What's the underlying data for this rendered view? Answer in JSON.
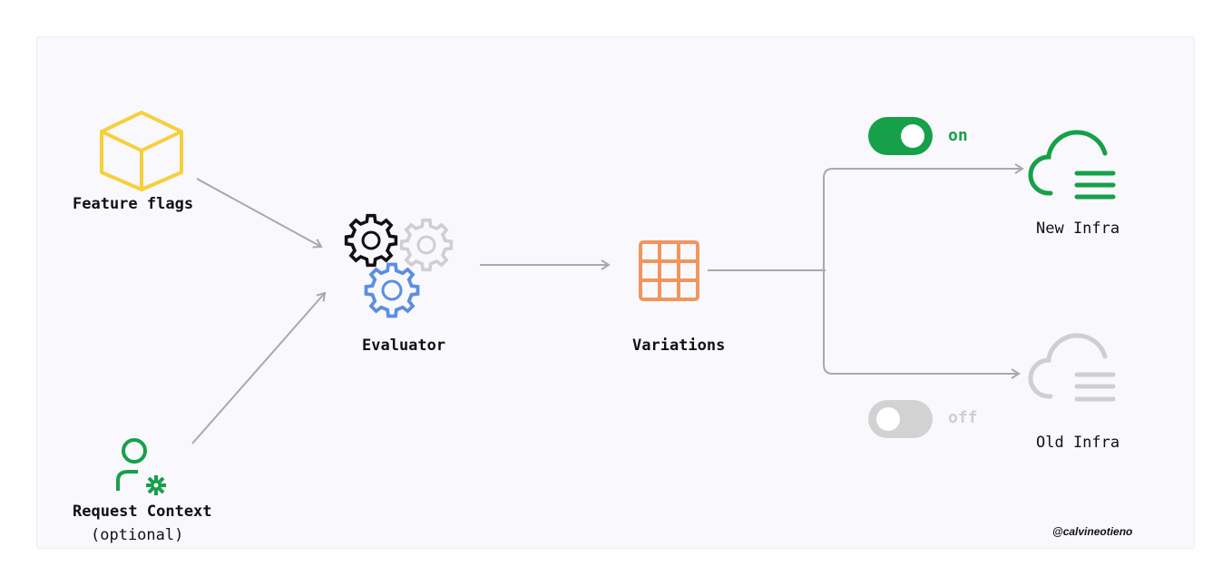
{
  "colors": {
    "yellow": "#f7cf3a",
    "green": "#16a04a",
    "blue": "#5b8ee0",
    "orange": "#f2955d",
    "grey": "#cfcfcf",
    "arrow": "#a9a9a9"
  },
  "nodes": {
    "feature_flags": {
      "label": "Feature flags",
      "icon": "cube-icon"
    },
    "request_context": {
      "label": "Request Context",
      "sublabel": "(optional)",
      "icon": "user-gear-icon"
    },
    "evaluator": {
      "label": "Evaluator",
      "icon": "gears-icon"
    },
    "variations": {
      "label": "Variations",
      "icon": "grid-icon"
    },
    "new_infra": {
      "label": "New Infra",
      "icon": "cloud-server-icon"
    },
    "old_infra": {
      "label": "Old Infra",
      "icon": "cloud-server-icon"
    }
  },
  "toggles": {
    "on": {
      "label": "on",
      "state": "on"
    },
    "off": {
      "label": "off",
      "state": "off"
    }
  },
  "handle": "@calvineotieno"
}
